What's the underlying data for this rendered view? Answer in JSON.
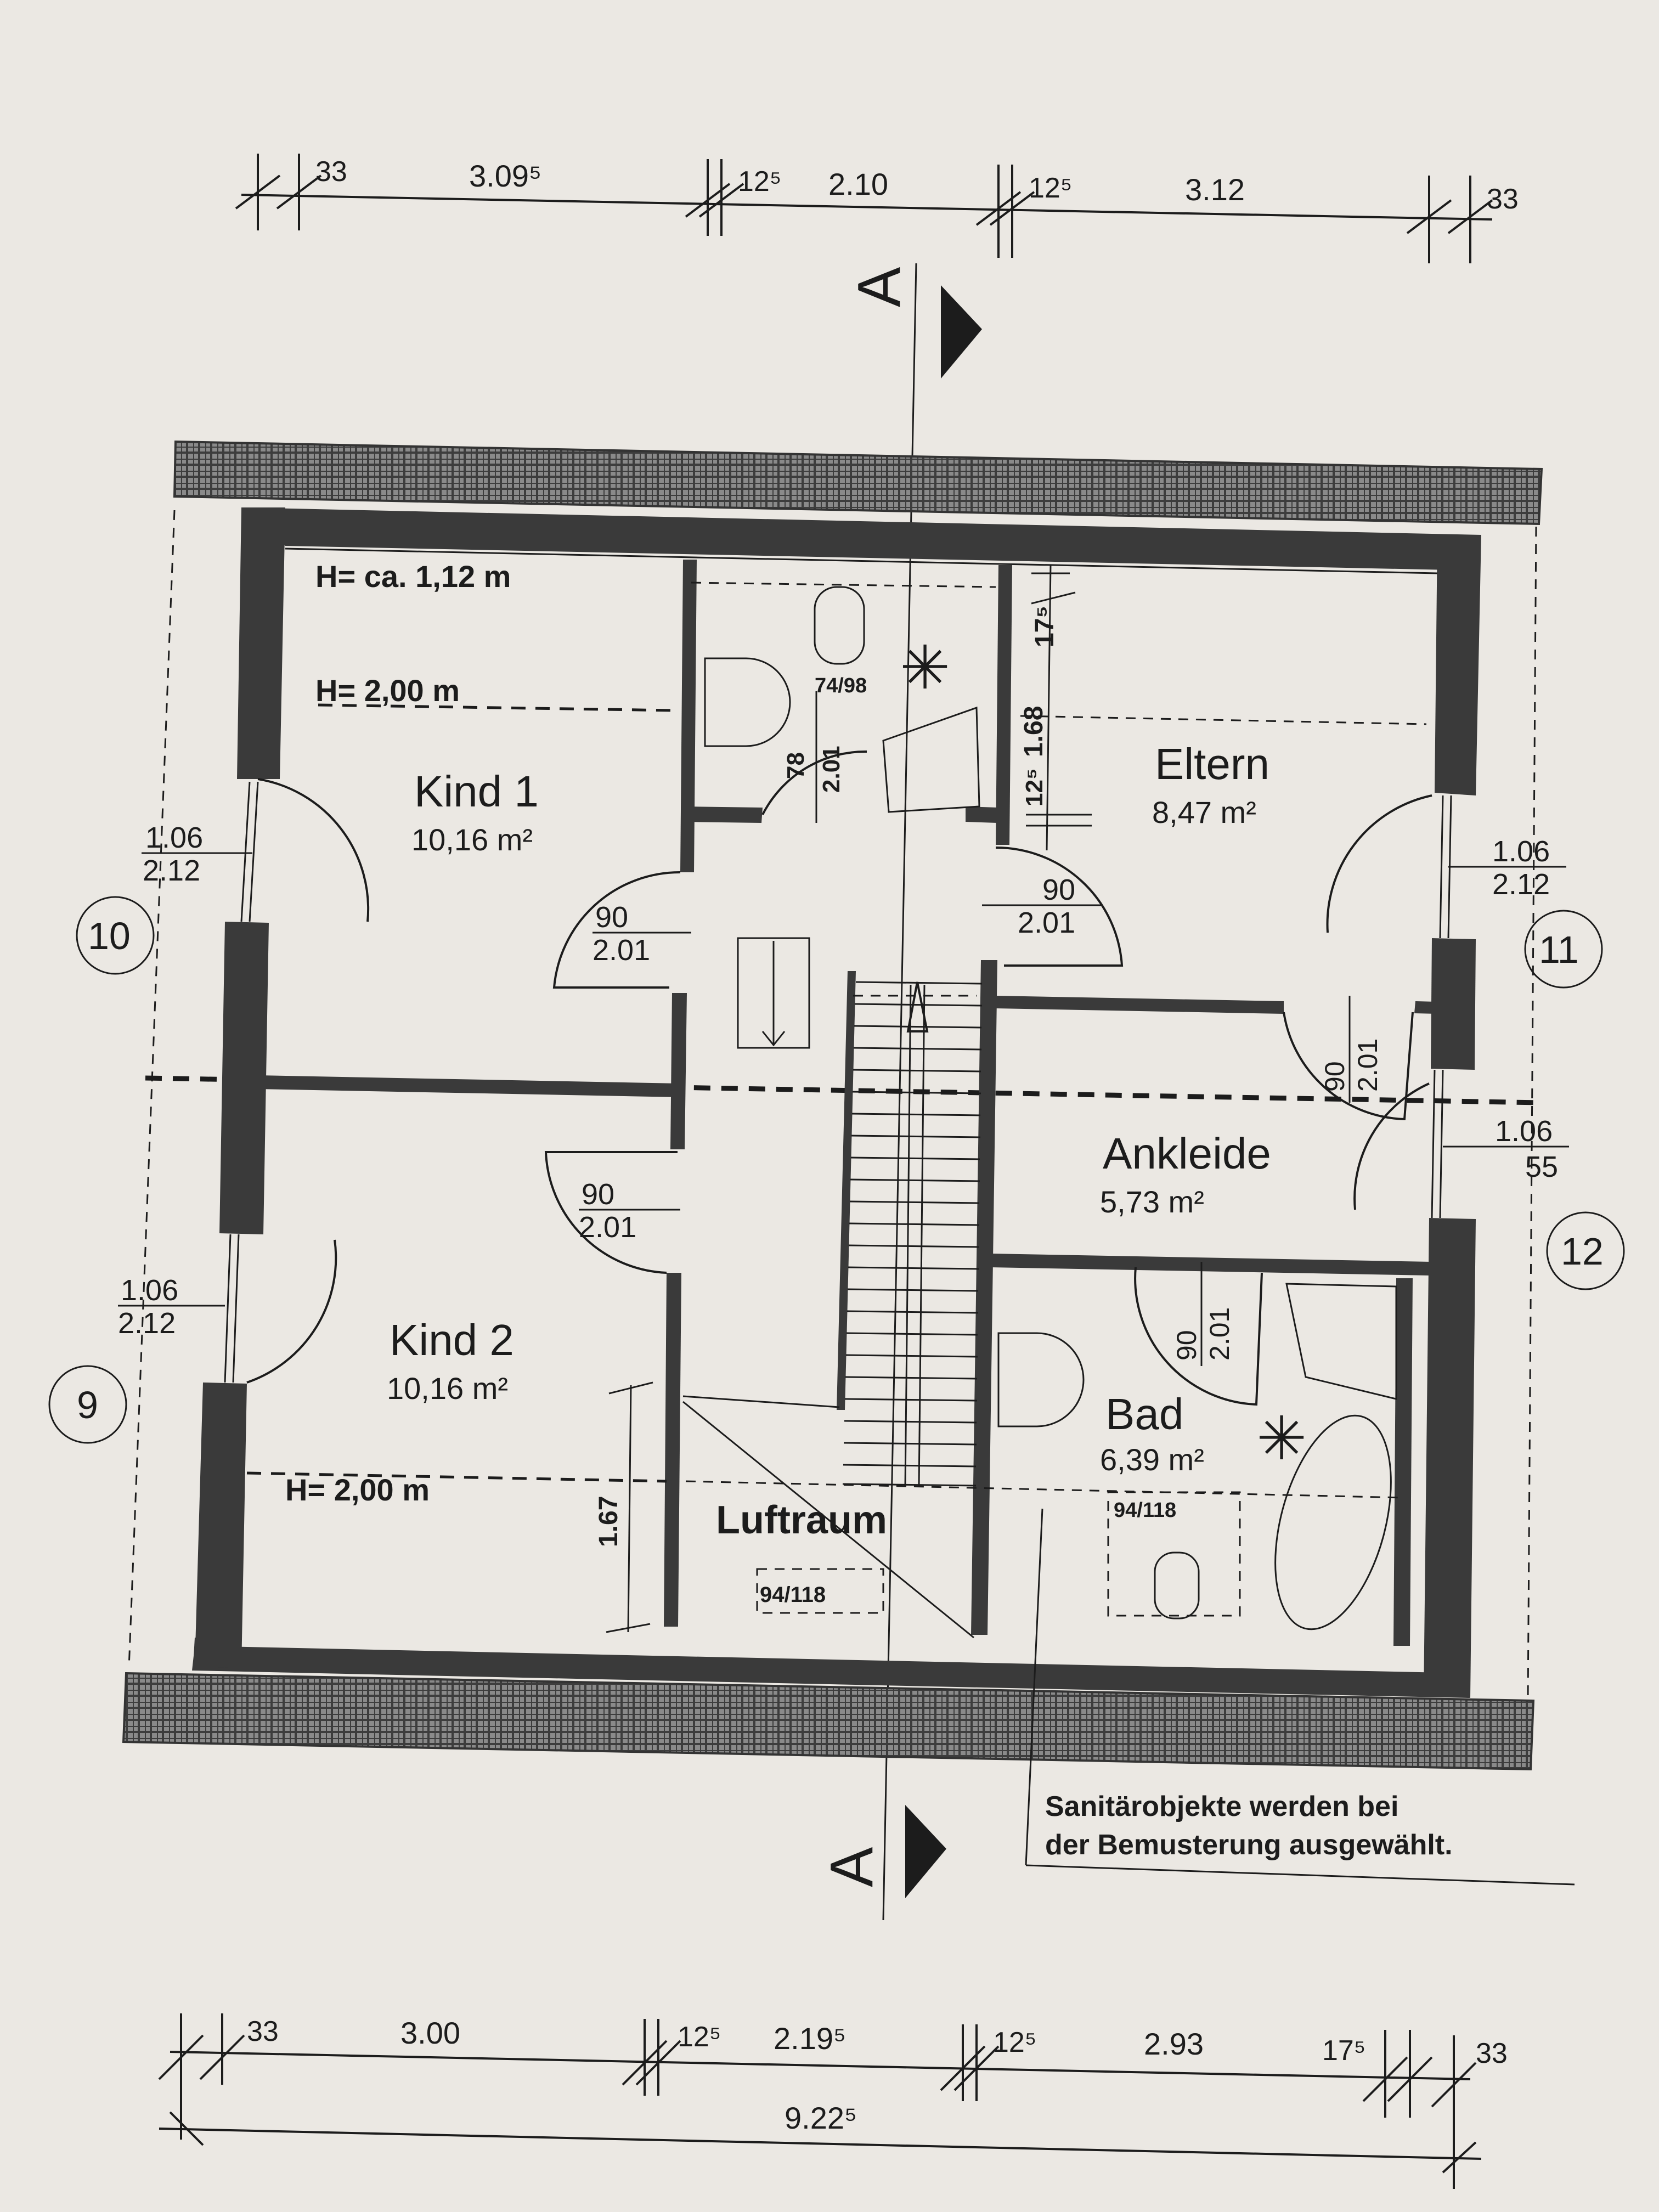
{
  "dimensions_top": {
    "d1": "33",
    "d2": "3.09⁵",
    "d3": "12⁵",
    "d4": "2.10",
    "d5": "12⁵",
    "d6": "3.12",
    "d7": "33"
  },
  "dimensions_bottom": {
    "d1": "33",
    "d2": "3.00",
    "d3": "12⁵",
    "d4": "2.19⁵",
    "d5": "12⁵",
    "d6": "2.93",
    "d7": "17⁵",
    "d8": "33",
    "total": "9.22⁵"
  },
  "section_marker": "A",
  "axes": [
    "10",
    "11",
    "12",
    "9"
  ],
  "rooms": {
    "kind1": {
      "name": "Kind 1",
      "area": "10,16 m²"
    },
    "kind2": {
      "name": "Kind 2",
      "area": "10,16 m²"
    },
    "eltern": {
      "name": "Eltern",
      "area": "8,47 m²"
    },
    "ankleide": {
      "name": "Ankleide",
      "area": "5,73 m²"
    },
    "bad": {
      "name": "Bad",
      "area": "6,39 m²"
    },
    "luftraum": {
      "name": "Luftraum"
    }
  },
  "heights": {
    "h112": "H= ca. 1,12 m",
    "h200a": "H= 2,00 m",
    "h200b": "H= 2,00 m"
  },
  "openings": {
    "win_left_top": {
      "w": "1.06",
      "h": "2.12"
    },
    "win_left_bottom": {
      "w": "1.06",
      "h": "2.12"
    },
    "win_right_top": {
      "w": "1.06",
      "h": "2.12"
    },
    "win_right_mid": {
      "w": "1.06",
      "h": "55"
    },
    "door_kind1": {
      "w": "90",
      "h": "2.01"
    },
    "door_kind2": {
      "w": "90",
      "h": "2.01"
    },
    "door_eltern": {
      "w": "90",
      "h": "2.01"
    },
    "door_ankleide": {
      "w": "90",
      "h": "2.01"
    },
    "door_bad": {
      "w": "90",
      "h": "2.01"
    },
    "door_wc": {
      "w": "78",
      "h": "2.01"
    }
  },
  "misc": {
    "shower_small": "74/98",
    "shower_bad": "94/118",
    "luftraum_tag": "94/118",
    "d168": "1.68",
    "d175": "17⁵",
    "d125": "12⁵",
    "d167": "1.67"
  },
  "note": {
    "line1": "Sanitärobjekte werden bei",
    "line2": "der Bemusterung ausgewählt."
  }
}
